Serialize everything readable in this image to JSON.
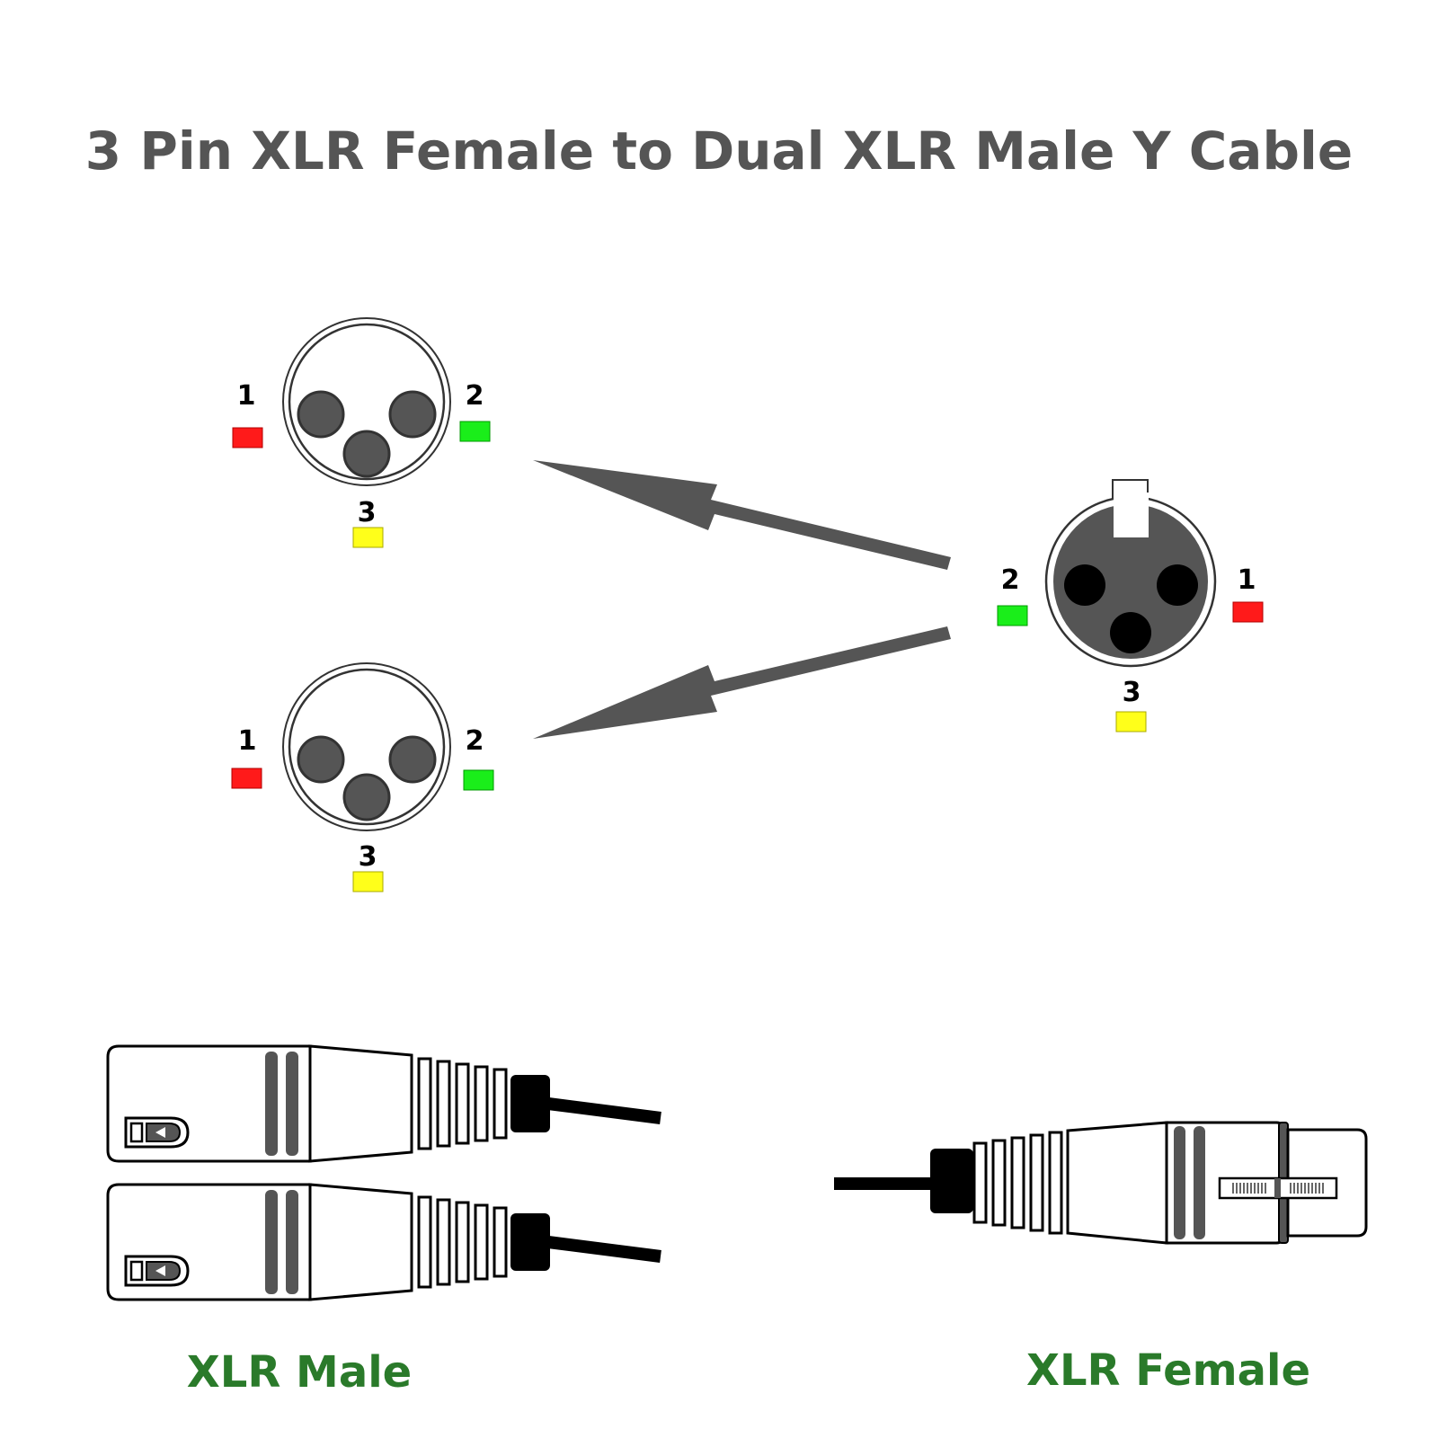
{
  "title": "3 Pin XLR Female to Dual XLR Male Y Cable",
  "colors": {
    "title": "#555555",
    "caption": "#2a7a2a",
    "pin1": "#ff1a1a",
    "pin2": "#1aee1a",
    "pin3": "#ffff1a",
    "arrow": "#555555",
    "pin_fill": "#555555",
    "female_face": "#555555",
    "female_hole": "#000000"
  },
  "pins": {
    "one": "1",
    "two": "2",
    "three": "3"
  },
  "captions": {
    "male": "XLR Male",
    "female": "XLR Female"
  },
  "connectors": [
    {
      "type": "male",
      "pins": [
        "1",
        "2",
        "3"
      ]
    },
    {
      "type": "male",
      "pins": [
        "1",
        "2",
        "3"
      ]
    },
    {
      "type": "female",
      "pins": [
        "1",
        "2",
        "3"
      ]
    }
  ]
}
